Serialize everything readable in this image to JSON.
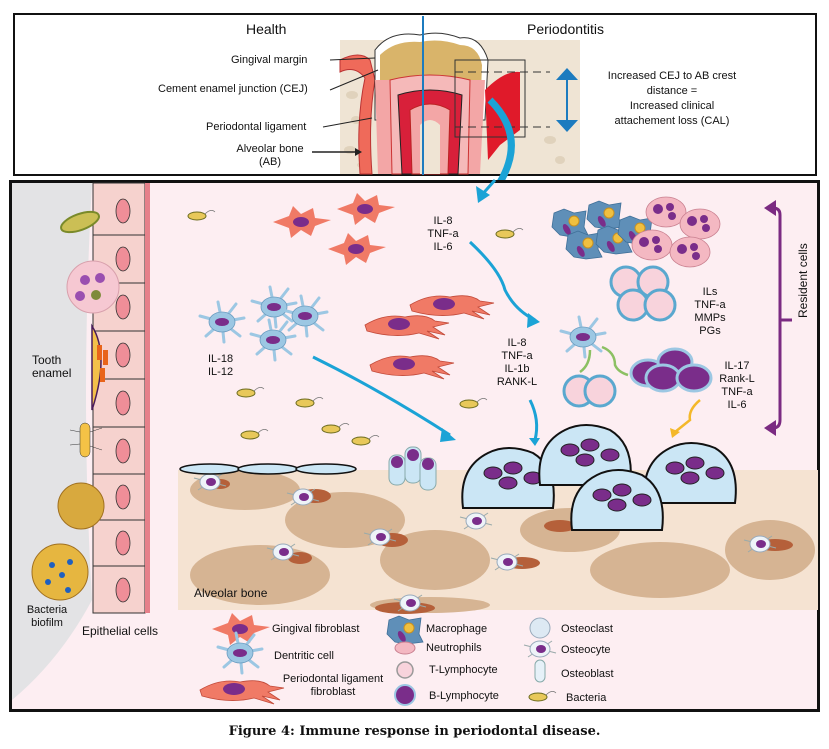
{
  "figure": {
    "caption": "Figure 4: Immune response in periodontal disease."
  },
  "top_panel": {
    "left_title": "Health",
    "right_title": "Periodontitis",
    "labels": {
      "gingival_margin": "Gingival margin",
      "cej": "Cement enamel junction (CEJ)",
      "periodontal_ligament": "Periodontal ligament",
      "alveolar_bone_line1": "Alveolar bone",
      "alveolar_bone_line2": "(AB)"
    },
    "annotation": {
      "line1": "Increased CEJ to AB crest",
      "line2": "distance =",
      "line3": "Increased clinical",
      "line4": "attachement loss (CAL)"
    }
  },
  "main_panel": {
    "left_labels": {
      "tooth_enamel_line1": "Tooth",
      "tooth_enamel_line2": "enamel",
      "bacteria_biofilm_line1": "Bacteria",
      "bacteria_biofilm_line2": "biofilm",
      "epithelial_cells": "Epithelial cells"
    },
    "cytokines": {
      "gingival_fibroblast_group": [
        "IL-8",
        "TNF-a",
        "IL-6"
      ],
      "dendritic_group": [
        "IL-18",
        "IL-12"
      ],
      "pdl_fibroblast_group": [
        "IL-8",
        "TNF-a",
        "IL-1b",
        "RANK-L"
      ],
      "immune_group": [
        "ILs",
        "TNF-a",
        "MMPs",
        "PGs"
      ],
      "lymphocyte_group": [
        "IL-17",
        "Rank-L",
        "TNF-a",
        "IL-6"
      ]
    },
    "resident_cells_label": "Resident cells",
    "alveolar_bone_label": "Alveolar bone"
  },
  "legend": {
    "col1": [
      {
        "icon": "gingival-fibroblast-icon",
        "label": "Gingival fibroblast"
      },
      {
        "icon": "dendritic-cell-icon",
        "label": "Dentritic cell"
      },
      {
        "icon": "pdl-fibroblast-icon",
        "label_line1": "Periodontal ligament",
        "label_line2": "fibroblast"
      }
    ],
    "col2": [
      {
        "icon": "macrophage-icon",
        "label": "Macrophage"
      },
      {
        "icon": "neutrophil-icon",
        "label": "Neutrophils"
      },
      {
        "icon": "t-lymphocyte-icon",
        "label": "T-Lymphocyte"
      },
      {
        "icon": "b-lymphocyte-icon",
        "label": "B-Lymphocyte"
      }
    ],
    "col3": [
      {
        "icon": "osteoclast-icon",
        "label": "Osteoclast"
      },
      {
        "icon": "osteocyte-icon",
        "label": "Osteocyte"
      },
      {
        "icon": "osteoblast-icon",
        "label": "Osteoblast"
      },
      {
        "icon": "bacteria-icon",
        "label": "Bacteria"
      }
    ]
  },
  "colors": {
    "panel_bg": "#fdeef2",
    "arrow_blue": "#1ba3d6",
    "resident_purple": "#7b2a82",
    "fibroblast": "#f07a66",
    "nucleus": "#7a2d8a",
    "dendritic": "#9cc7e3",
    "bone": "#f5e3d2",
    "bone_patch": "#d6b493",
    "osteoclast": "#cbe6f5",
    "green_arrow": "#8cc063",
    "yellow_arrow": "#f4b82a"
  }
}
